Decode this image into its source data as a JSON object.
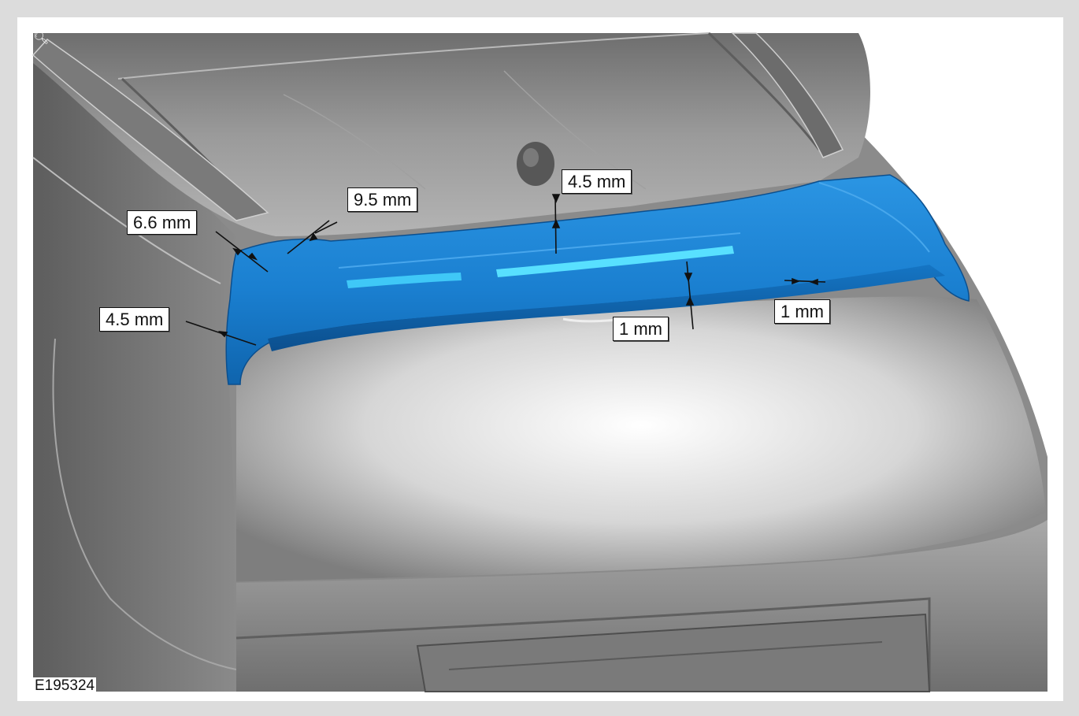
{
  "figure": {
    "id_label": "E195324"
  },
  "callouts": {
    "c1": "4.5 mm",
    "c2": "9.5 mm",
    "c3": "6.6 mm",
    "c4": "4.5 mm",
    "c5": "1 mm",
    "c6": "1 mm"
  },
  "colors": {
    "spoiler": "#1e86d6",
    "body": "#8c8c8c",
    "glass": "#f2f2f2"
  },
  "icons": {
    "corner": "zoom-icon"
  }
}
